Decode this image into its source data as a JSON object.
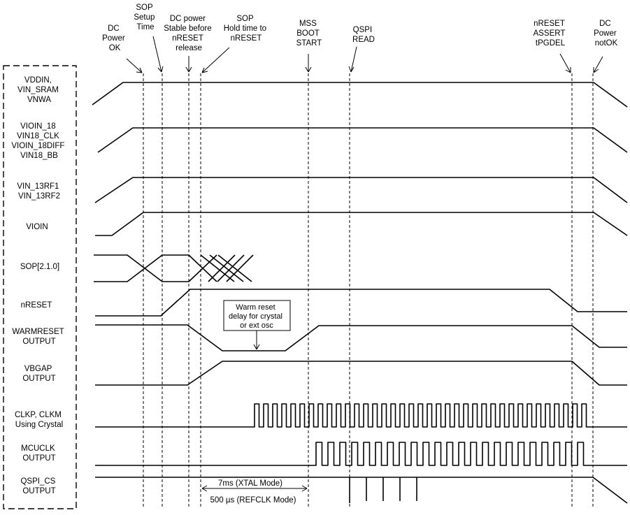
{
  "events": [
    {
      "id": "dc-power-ok",
      "lines": [
        "DC",
        "Power",
        "OK"
      ]
    },
    {
      "id": "sop-setup-time",
      "lines": [
        "SOP",
        "Setup",
        "Time"
      ]
    },
    {
      "id": "dc-power-stable",
      "lines": [
        "DC power",
        "Stable before",
        "nRESET",
        "release"
      ]
    },
    {
      "id": "sop-hold-time",
      "lines": [
        "SOP",
        "Hold time to",
        "nRESET"
      ]
    },
    {
      "id": "mss-boot-start",
      "lines": [
        "MSS",
        "BOOT",
        "START"
      ]
    },
    {
      "id": "qspi-read",
      "lines": [
        "QSPI",
        "READ"
      ]
    },
    {
      "id": "nreset-assert",
      "lines": [
        "nRESET",
        "ASSERT",
        "tPGDEL"
      ]
    },
    {
      "id": "dc-power-notok",
      "lines": [
        "DC",
        "Power",
        "notOK"
      ]
    }
  ],
  "signals": [
    {
      "id": "vddin",
      "lines": [
        "VDDIN,",
        "VIN_SRAM",
        "VNWA"
      ]
    },
    {
      "id": "vioin-18",
      "lines": [
        "VIOIN_18",
        "VIN18_CLK",
        "VIOIN_18DIFF",
        "VIN18_BB"
      ]
    },
    {
      "id": "vin-13rf",
      "lines": [
        "VIN_13RF1",
        "VIN_13RF2"
      ]
    },
    {
      "id": "vioin",
      "lines": [
        "VIOIN"
      ]
    },
    {
      "id": "sop",
      "lines": [
        "SOP[2.1.0]"
      ]
    },
    {
      "id": "nreset",
      "lines": [
        "nRESET"
      ]
    },
    {
      "id": "warmreset",
      "lines": [
        "WARMRESET",
        "OUTPUT"
      ]
    },
    {
      "id": "vbgap",
      "lines": [
        "VBGAP",
        "OUTPUT"
      ]
    },
    {
      "id": "clkp-clkm",
      "lines": [
        "CLKP, CLKM",
        "Using Crystal"
      ]
    },
    {
      "id": "mcuclk",
      "lines": [
        "MCUCLK",
        "OUTPUT"
      ]
    },
    {
      "id": "qspi-cs",
      "lines": [
        "QSPI_CS",
        "OUTPUT"
      ]
    }
  ],
  "annotations": {
    "warm_reset_delay": [
      "Warm reset",
      "delay for crystal",
      "or ext osc"
    ],
    "xtal_mode": "7ms (XTAL Mode)",
    "refclk_mode": "500 µs (REFCLK Mode)"
  }
}
